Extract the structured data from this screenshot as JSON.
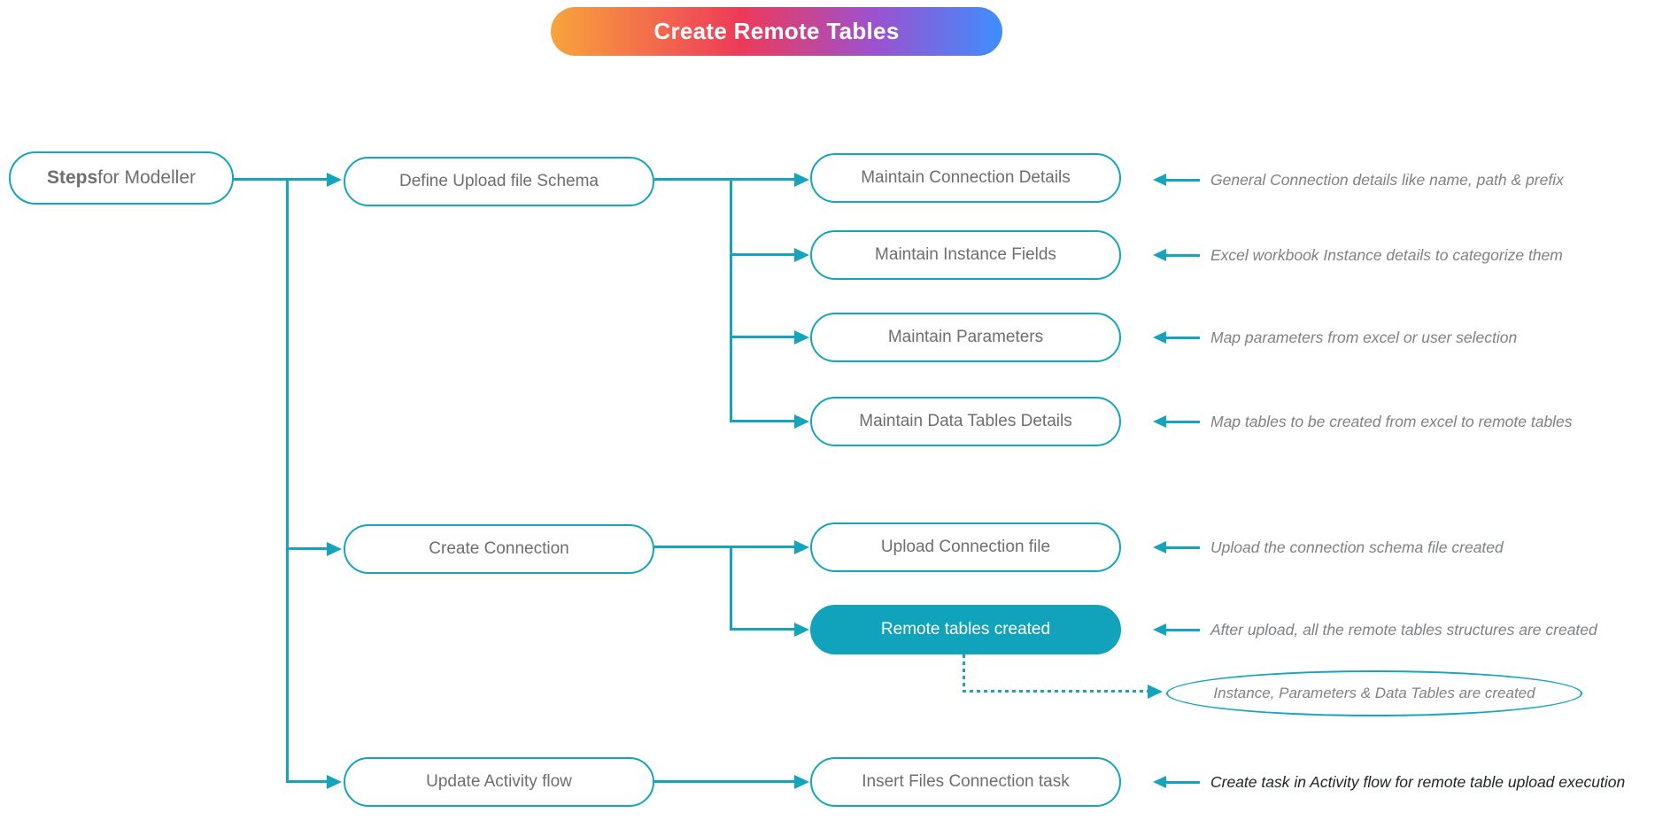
{
  "colors": {
    "teal": "#14a5bd",
    "teal-fill": "#10a3bb",
    "node-text": "#6d6e71",
    "annotation-text": "#7f8184",
    "annotation-dark": "#212427",
    "title-grad-1": "#f8a43c",
    "title-grad-2": "#ee3a59",
    "title-grad-3": "#9b52d0",
    "title-grad-4": "#3e8efd"
  },
  "title": {
    "label": "Create Remote Tables"
  },
  "root": {
    "label_bold": "Steps",
    "label_rest": " for Modeller"
  },
  "steps": [
    {
      "label": "Define Upload file Schema"
    },
    {
      "label": "Create Connection"
    },
    {
      "label": "Update Activity flow"
    }
  ],
  "substeps": [
    {
      "label": "Maintain Connection Details",
      "annotation": "General Connection  details like name, path & prefix"
    },
    {
      "label": "Maintain Instance Fields",
      "annotation": "Excel workbook Instance details to categorize them"
    },
    {
      "label": "Maintain Parameters",
      "annotation": "Map parameters from excel or user selection"
    },
    {
      "label": "Maintain Data Tables Details",
      "annotation": "Map tables to be created from excel to remote tables"
    },
    {
      "label": "Upload Connection file",
      "annotation": "Upload the connection schema file created"
    },
    {
      "label": "Remote tables created",
      "annotation": "After upload, all the remote tables structures are created"
    },
    {
      "label": "Insert Files Connection task",
      "annotation": "Create  task in Activity flow for remote table upload execution"
    }
  ],
  "callout": {
    "label": "Instance, Parameters & Data Tables are created"
  }
}
